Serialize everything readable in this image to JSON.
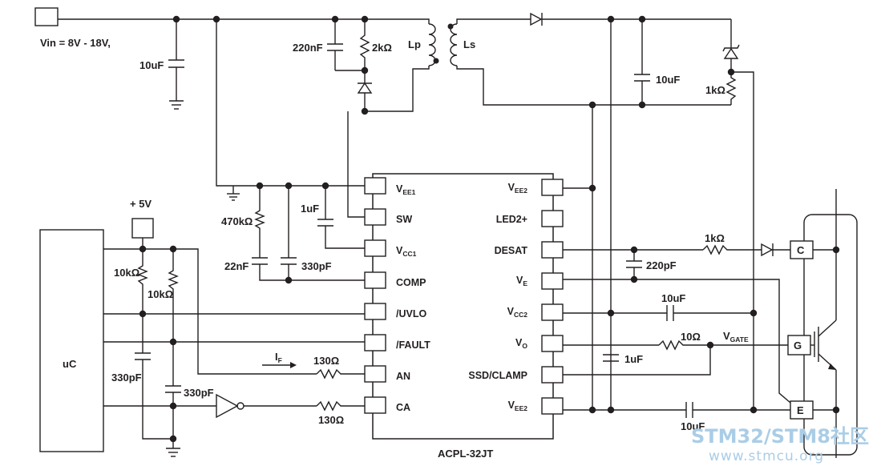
{
  "supply": {
    "vin": "Vin = 8V - 18V,",
    "plus5v": "+ 5V"
  },
  "chip": {
    "name": "ACPL-32JT",
    "left_pins": [
      {
        "main": "V",
        "sub": "EE1"
      },
      {
        "main": "SW",
        "sub": ""
      },
      {
        "main": "V",
        "sub": "CC1"
      },
      {
        "main": "COMP",
        "sub": ""
      },
      {
        "main": "/UVLO",
        "sub": ""
      },
      {
        "main": "/FAULT",
        "sub": ""
      },
      {
        "main": "AN",
        "sub": ""
      },
      {
        "main": "CA",
        "sub": ""
      }
    ],
    "right_pins": [
      {
        "main": "V",
        "sub": "EE2"
      },
      {
        "main": "LED2+",
        "sub": ""
      },
      {
        "main": "DESAT",
        "sub": ""
      },
      {
        "main": "V",
        "sub": "E"
      },
      {
        "main": "V",
        "sub": "CC2"
      },
      {
        "main": "V",
        "sub": "O"
      },
      {
        "main": "SSD/CLAMP",
        "sub": ""
      },
      {
        "main": "V",
        "sub": "EE2"
      }
    ]
  },
  "components": {
    "c_in": "10uF",
    "c_snub": "220nF",
    "r_snub": "2kΩ",
    "lp": "Lp",
    "ls": "Ls",
    "c_sec": "10uF",
    "r_zener": "1kΩ",
    "r_470k": "470kΩ",
    "c_1uf_left": "1uF",
    "c_22nf": "22nF",
    "c_330pf_comp": "330pF",
    "r_10k_a": "10kΩ",
    "r_10k_b": "10kΩ",
    "c_330pf_a": "330pF",
    "c_330pf_b": "330pF",
    "r_130_an": "130Ω",
    "r_130_ca": "130Ω",
    "if_main": "I",
    "if_sub": "F",
    "uc": "uC",
    "r_desat": "1kΩ",
    "c_220pf": "220pF",
    "c_10uf_vcc2": "10uF",
    "r_gate": "10Ω",
    "vgate_main": "V",
    "vgate_sub": "GATE",
    "c_1uf_right": "1uF",
    "c_10uf_bottom": "10uF",
    "term_c": "C",
    "term_g": "G",
    "term_e": "E"
  },
  "watermark": {
    "line1": "STM32/STM8社区",
    "line2": "www.stmcu.org"
  }
}
